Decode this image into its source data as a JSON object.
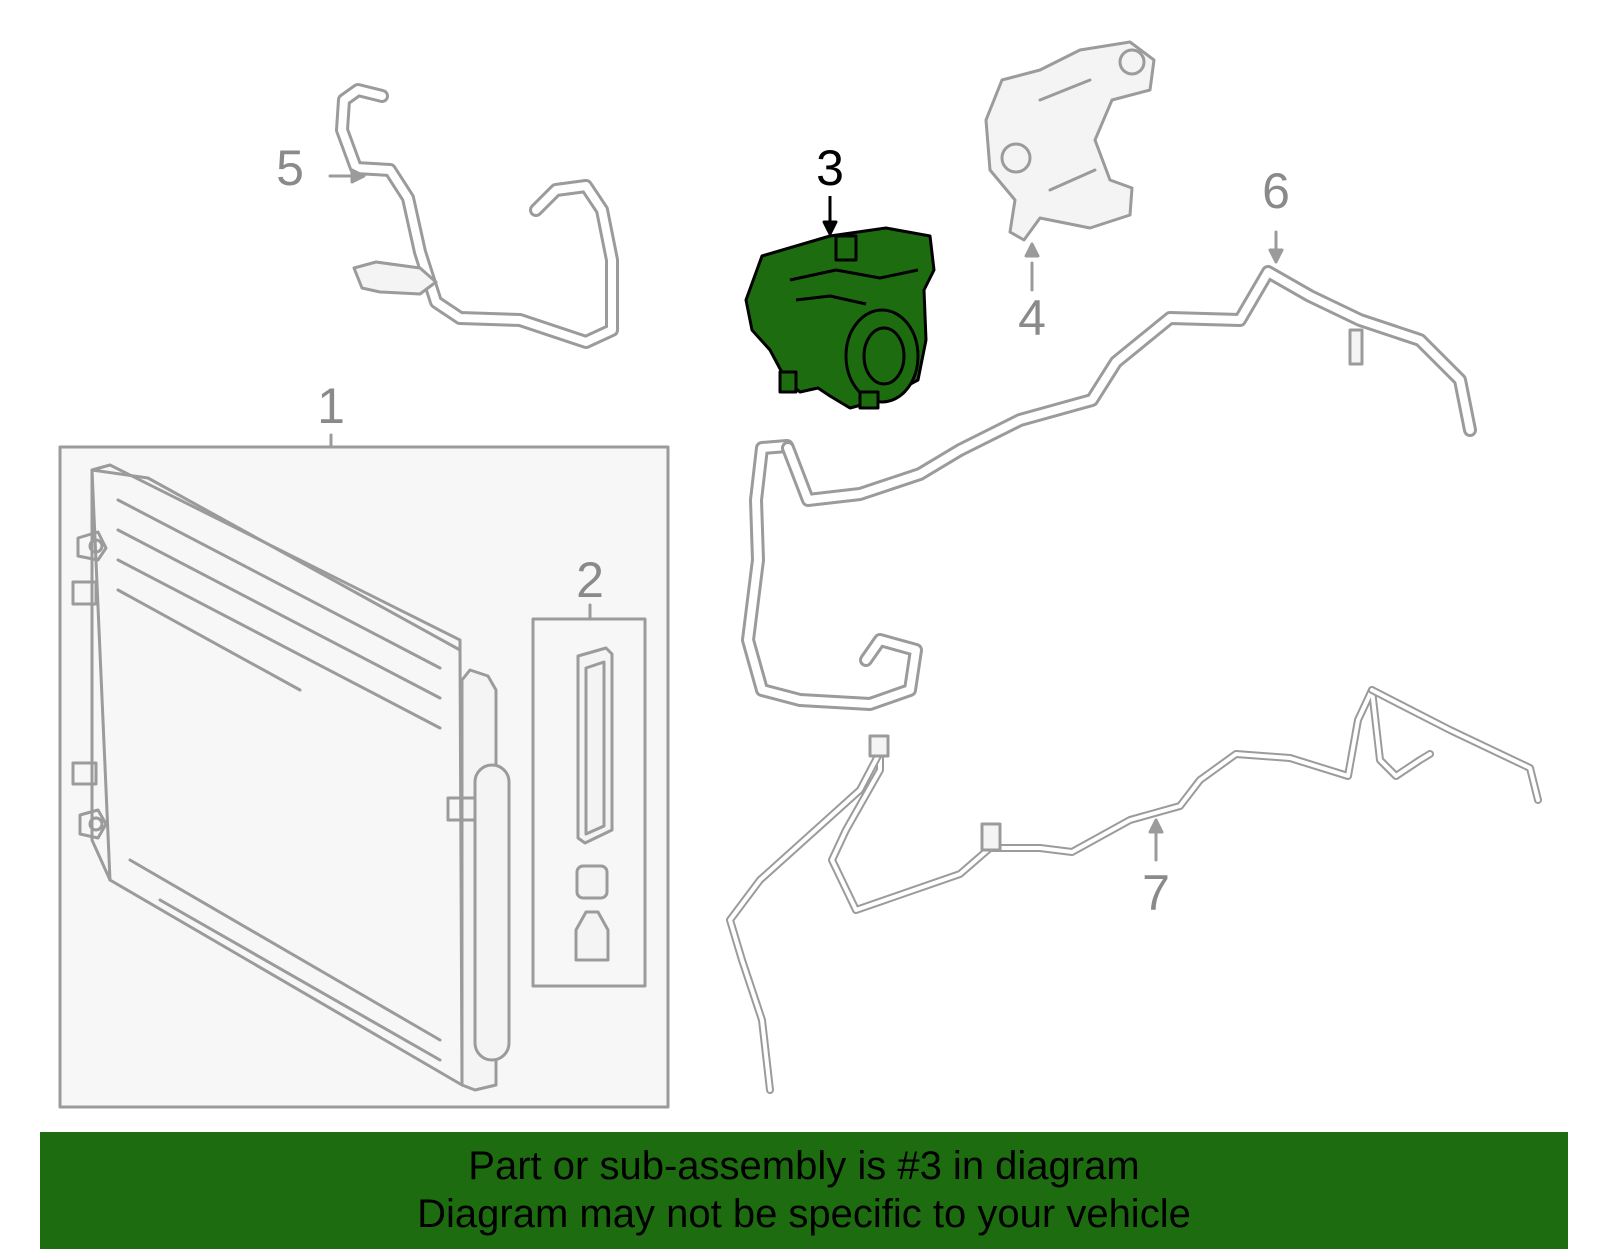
{
  "diagram": {
    "highlight_color": "#1d6d10",
    "line_color": "#9b9b9b",
    "callouts": [
      {
        "id": "1",
        "label": "1"
      },
      {
        "id": "2",
        "label": "2"
      },
      {
        "id": "3",
        "label": "3",
        "highlighted": true
      },
      {
        "id": "4",
        "label": "4"
      },
      {
        "id": "5",
        "label": "5"
      },
      {
        "id": "6",
        "label": "6"
      },
      {
        "id": "7",
        "label": "7"
      }
    ]
  },
  "footer": {
    "line1": "Part or sub-assembly is #3 in diagram",
    "line2": "Diagram may not be specific to your vehicle"
  }
}
